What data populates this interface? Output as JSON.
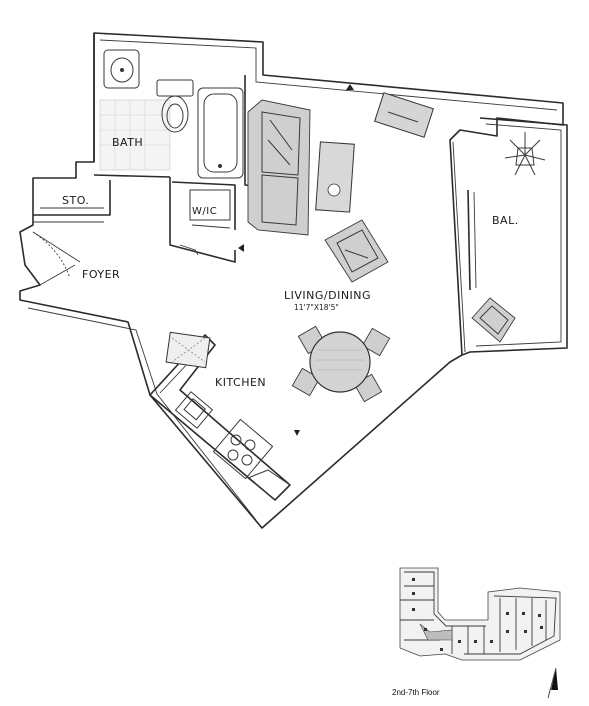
{
  "plan": {
    "rooms": [
      {
        "id": "bath",
        "label": "BATH"
      },
      {
        "id": "storage",
        "label": "STO."
      },
      {
        "id": "walkin",
        "label": "W/IC"
      },
      {
        "id": "foyer",
        "label": "FOYER"
      },
      {
        "id": "living",
        "label": "LIVING/DINING",
        "dimensions": "11'7\"X18'5\""
      },
      {
        "id": "kitchen",
        "label": "KITCHEN"
      },
      {
        "id": "balcony",
        "label": "BAL."
      }
    ]
  },
  "keyplan": {
    "floor_label": "2nd-7th Floor"
  },
  "icons": {
    "north_arrow": "north-arrow-icon"
  },
  "colors": {
    "line": "#2b2b2b",
    "background": "#ffffff",
    "shade": "#cfcfcf"
  }
}
